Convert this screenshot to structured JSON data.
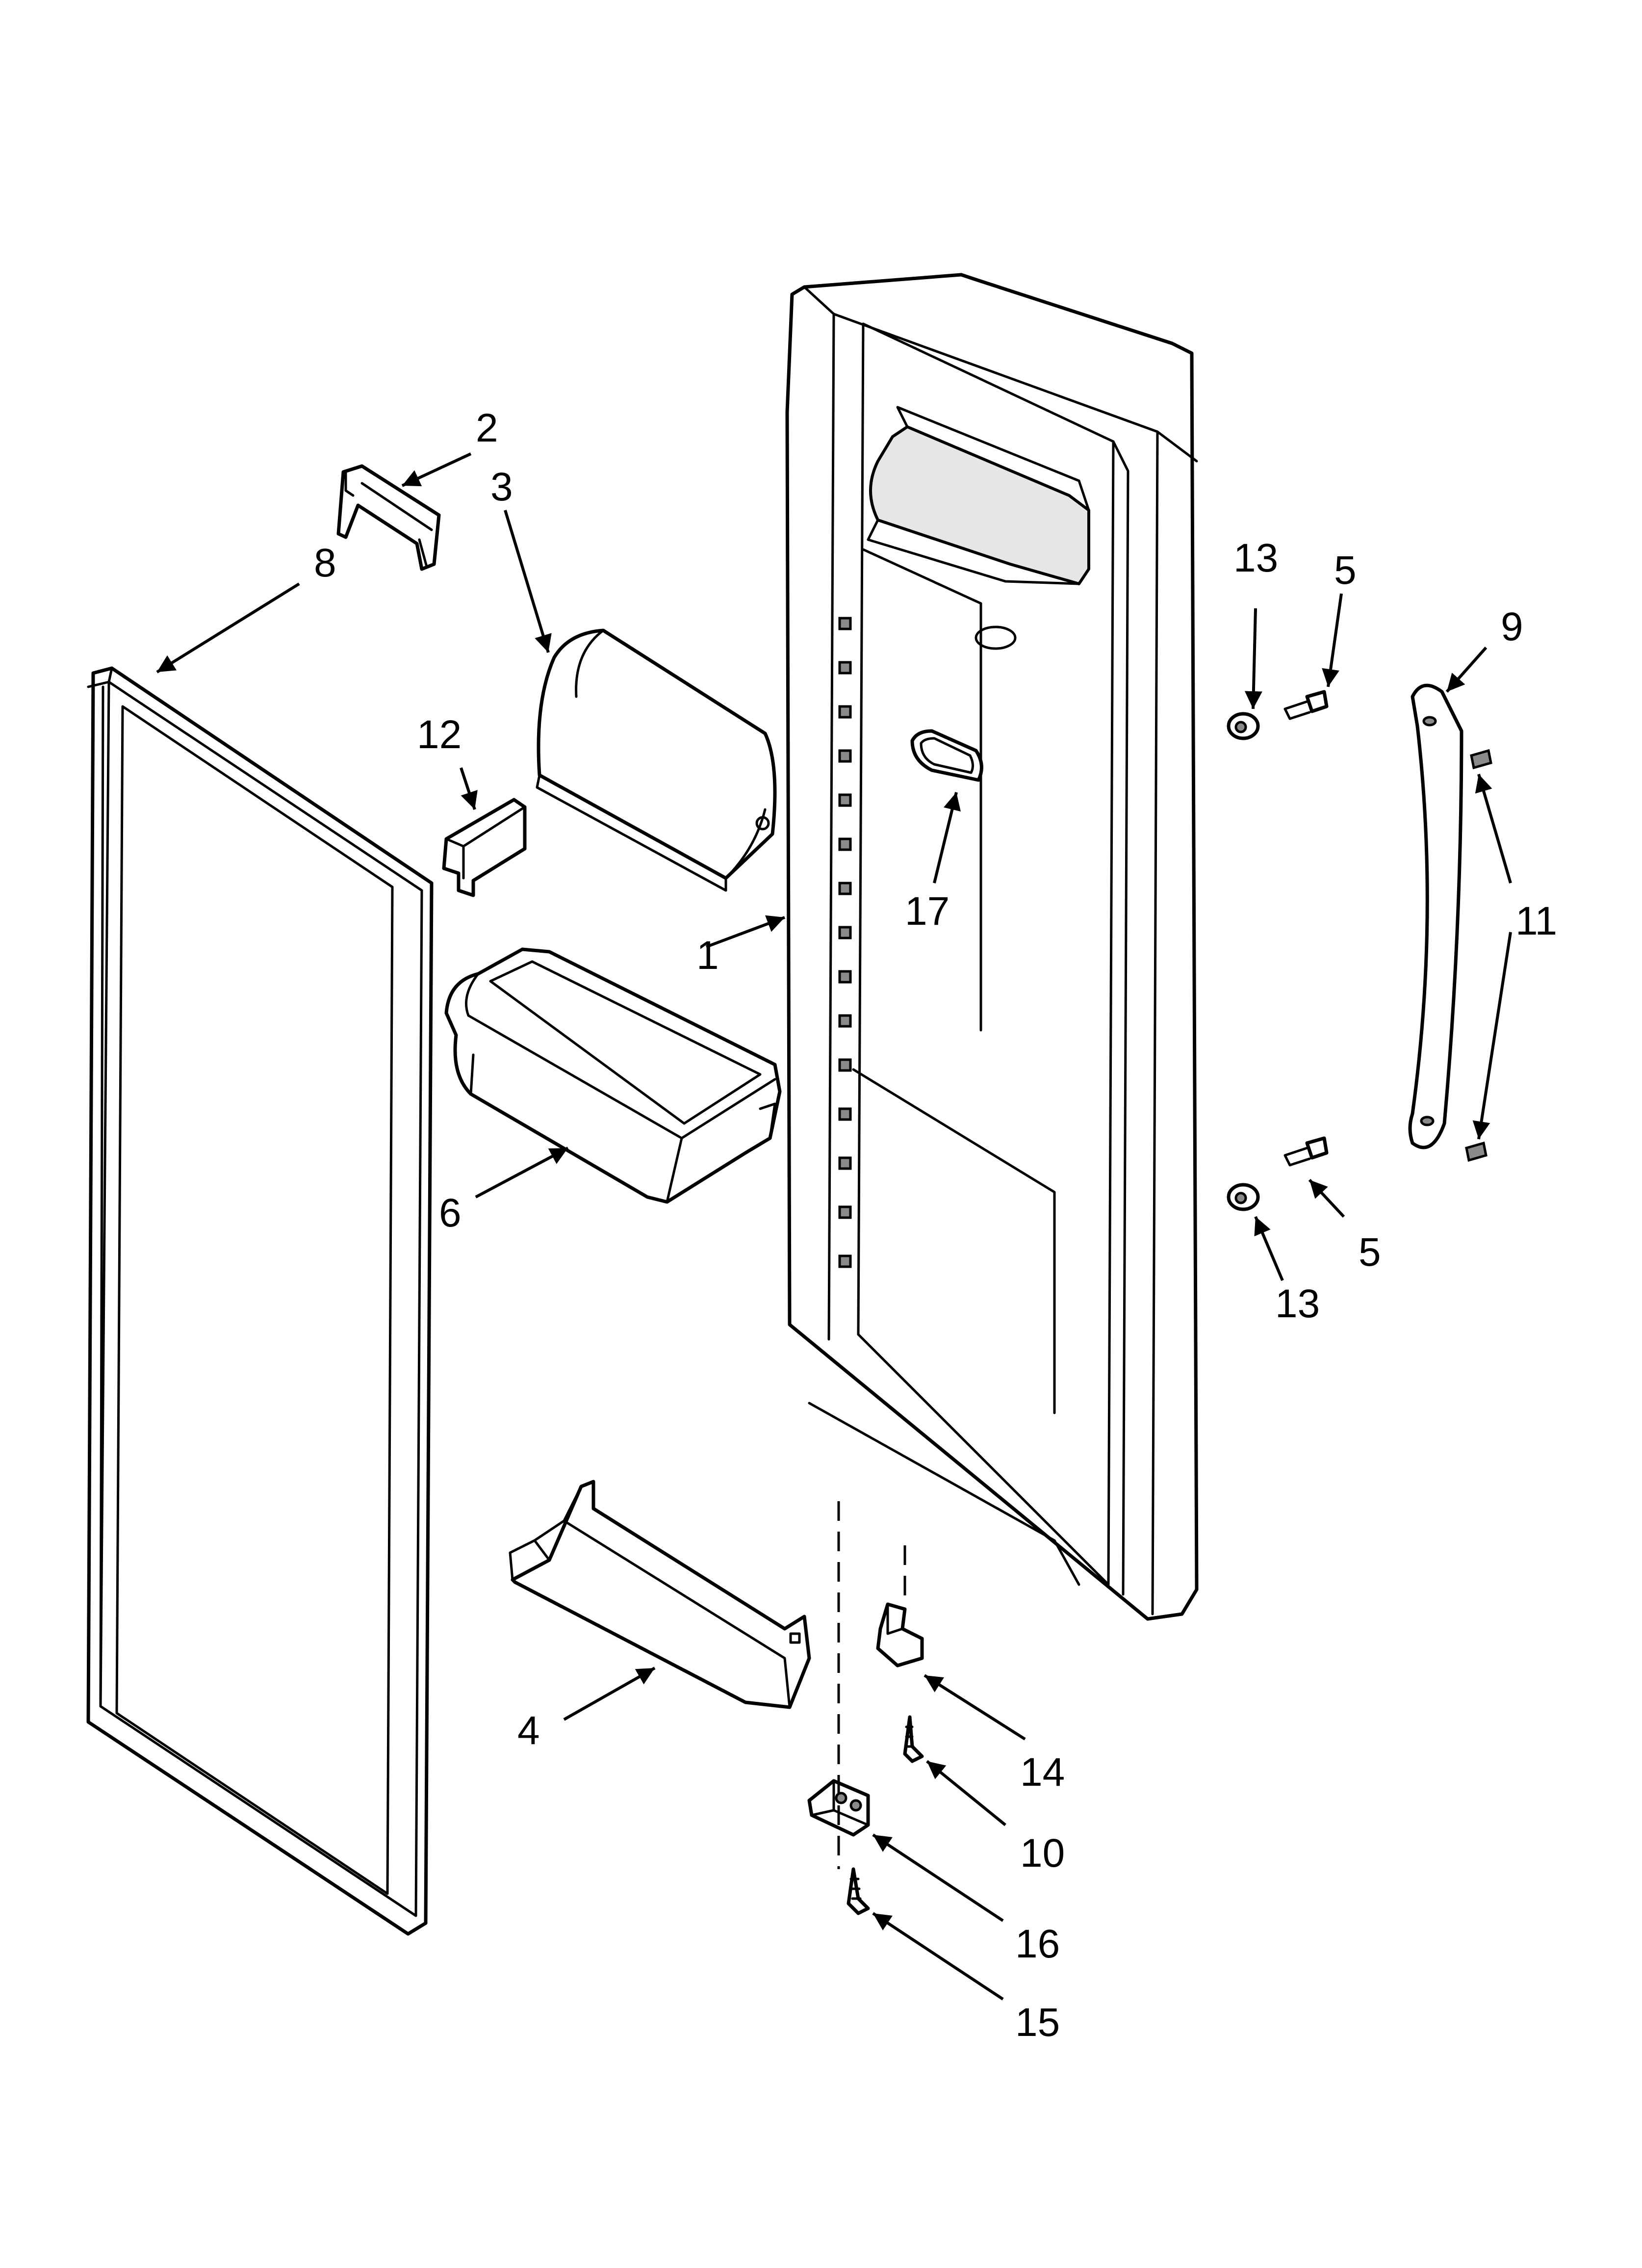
{
  "callouts": {
    "c1": "1",
    "c2": "2",
    "c3": "3",
    "c4": "4",
    "c5a": "5",
    "c5b": "5",
    "c6": "6",
    "c8": "8",
    "c9": "9",
    "c10": "10",
    "c11": "11",
    "c12": "12",
    "c13a": "13",
    "c13b": "13",
    "c14": "14",
    "c15": "15",
    "c16": "16",
    "c17": "17"
  }
}
